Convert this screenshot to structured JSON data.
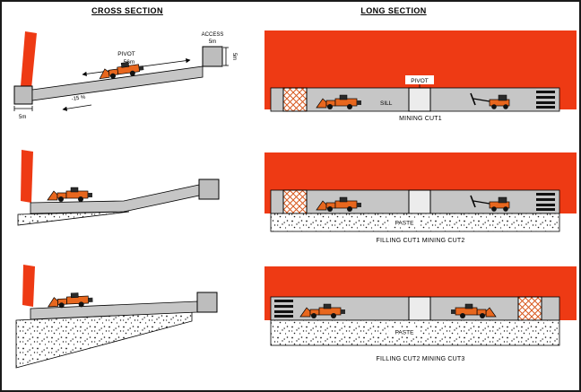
{
  "headers": {
    "cross": "CROSS SECTION",
    "long": "LONG SECTION"
  },
  "cross1": {
    "pivot_label": "PIVOT",
    "pivot_dim": "56m",
    "access_label": "ACCESS",
    "access_dim": "5m",
    "side_dim": "5m",
    "slope_label": "-15 %",
    "portal_dim": "5m"
  },
  "long1": {
    "sill_label": "SILL",
    "pivot_label": "PIVOT",
    "caption": "MINING CUT1"
  },
  "long2": {
    "paste_label": "PASTE",
    "caption": "FILLING CUT1 MINING CUT2"
  },
  "long3": {
    "paste_label": "PASTE",
    "caption": "FILLING CUT2 MINING CUT3"
  },
  "icons": {
    "loader": "loader-vehicle-icon",
    "drill_rig": "drill-rig-icon",
    "vent_bars": "vent-bars-icon",
    "backfill_hatch": "backfill-hatch-square",
    "paste_stipple": "paste-fill-pattern"
  },
  "colors": {
    "ore_red": "#ee3a14",
    "drift_gray": "#c6c6c6",
    "square_gray": "#bdbdbd",
    "vehicle_orange": "#e8671e",
    "hatch_orange": "#d85a20",
    "outline": "#000000",
    "background": "#ffffff"
  }
}
